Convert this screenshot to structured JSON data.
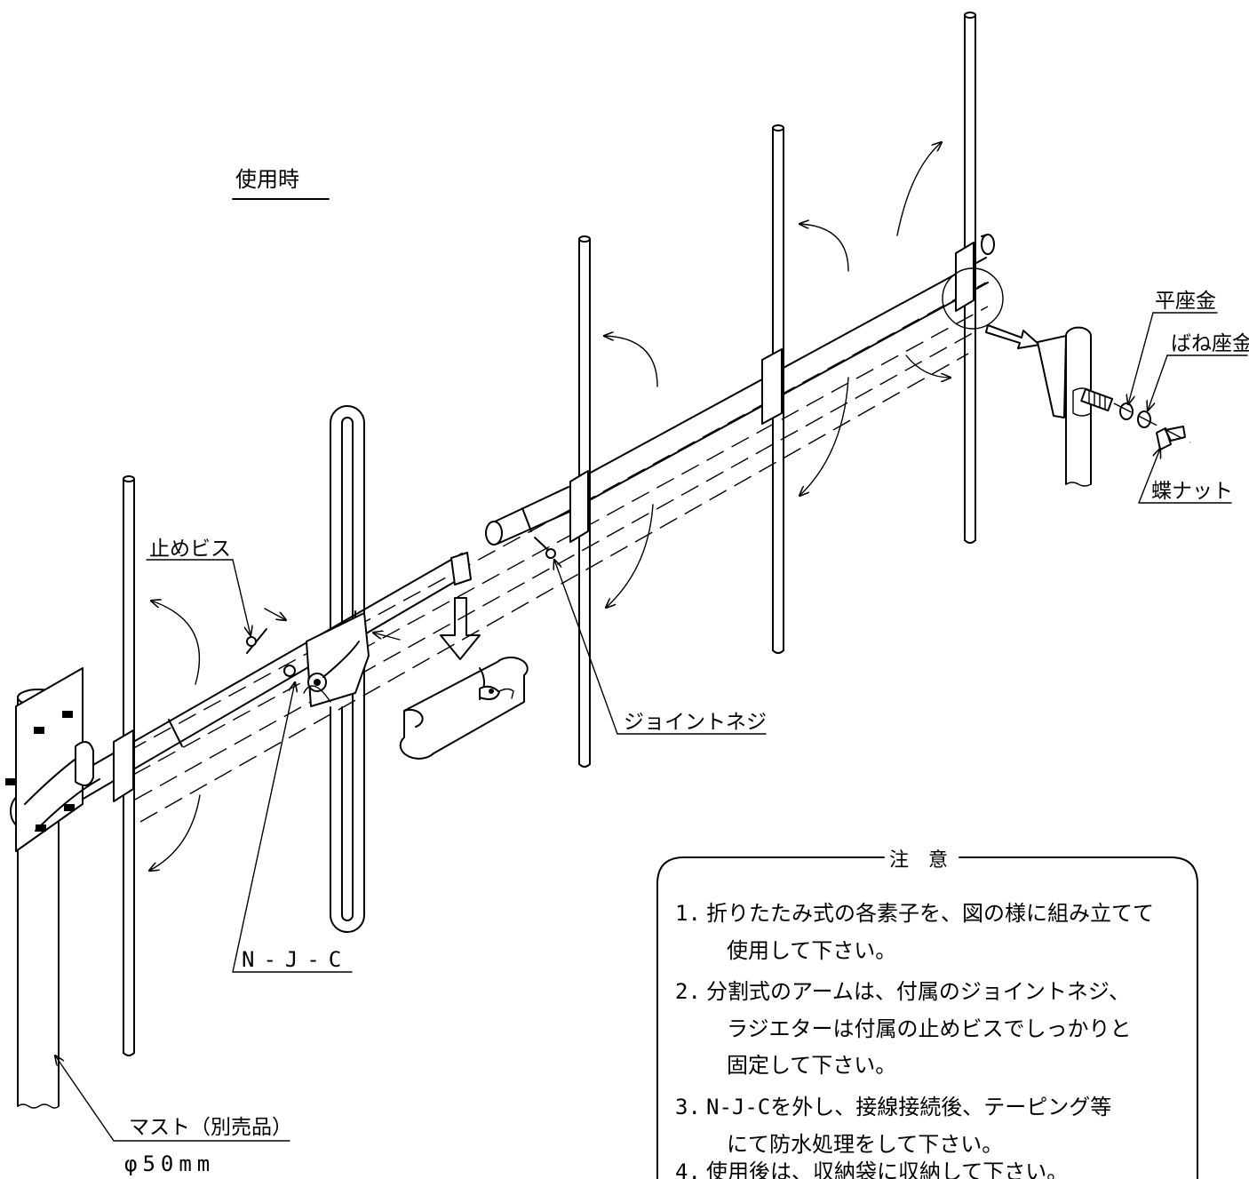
{
  "title": "使用時",
  "labels": {
    "flat_washer": "平座金",
    "spring_washer": "ばね座金",
    "wing_nut": "蝶ナット",
    "set_screw": "止めビス",
    "joint_screw": "ジョイントネジ",
    "connector": "N-J-C",
    "mast": "マスト（別売品）",
    "mast_size": "φ50mm"
  },
  "notes": {
    "heading": "注　意",
    "items": [
      {
        "num": "1.",
        "lines": [
          "折りたたみ式の各素子を、図の様に組み立てて",
          "使用して下さい。"
        ]
      },
      {
        "num": "2.",
        "lines": [
          "分割式のアームは、付属のジョイントネジ、",
          "ラジエターは付属の止めビスでしっかりと",
          "固定して下さい。"
        ]
      },
      {
        "num": "3.",
        "lines": [
          "N-J-Cを外し、接線接続後、テーピング等",
          "にて防水処理をして下さい。"
        ]
      },
      {
        "num": "4.",
        "lines": [
          "使用後は、収納袋に収納して下さい。"
        ]
      }
    ]
  }
}
